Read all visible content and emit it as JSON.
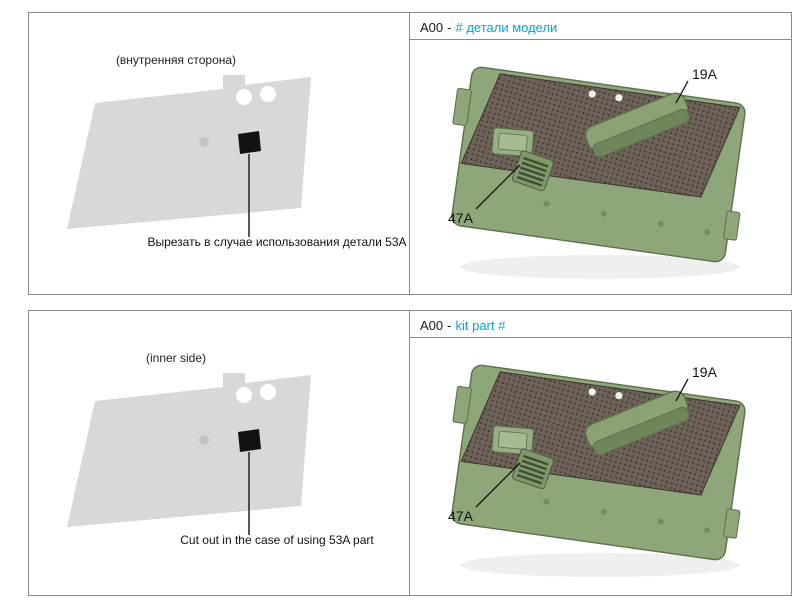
{
  "colors": {
    "panel_border": "#8a8a8a",
    "header_accent": "#00a7d7",
    "template_gray": "#d8d8d8",
    "plate_green": "#8ea77a",
    "mesh_brown": "#6f6258",
    "cut_marker": "#111111"
  },
  "panels": [
    {
      "language": "russian",
      "left": {
        "caption": "(внутренняя сторона)",
        "note": "Вырезать в случае использования детали 53А"
      },
      "right": {
        "code": "A00",
        "separator": "-",
        "label": "# детали модели",
        "callouts": {
          "block": "19A",
          "latch": "47A"
        }
      }
    },
    {
      "language": "english",
      "left": {
        "caption": "(inner side)",
        "note": "Cut out in the case of using 53A part"
      },
      "right": {
        "code": "A00",
        "separator": "-",
        "label": "kit part #",
        "callouts": {
          "block": "19A",
          "latch": "47A"
        }
      }
    }
  ]
}
